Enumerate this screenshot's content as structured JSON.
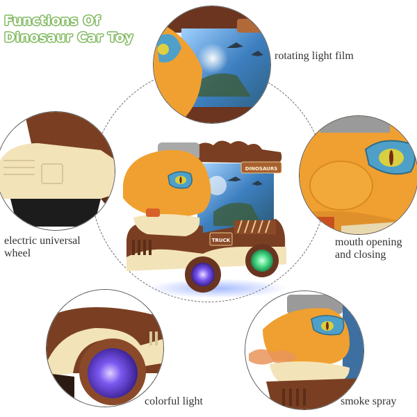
{
  "title": {
    "line1": "Functions Of",
    "line2": "Dinosaur Car Toy"
  },
  "features": [
    {
      "id": "rotating-light-film",
      "label": "rotating light film"
    },
    {
      "id": "electric-universal-wheel",
      "label_line1": "electric universal",
      "label_line2": "wheel"
    },
    {
      "id": "mouth-opening-closing",
      "label_line1": "mouth opening",
      "label_line2": "and closing"
    },
    {
      "id": "colorful-light",
      "label": "colorful light"
    },
    {
      "id": "smoke-spray",
      "label": "smoke spray"
    }
  ],
  "product": {
    "sign_text": "DINOSAURS",
    "plate_text": "TRUCK"
  },
  "colors": {
    "title_outline": "#7fb85e",
    "dino_orange": "#f0a030",
    "truck_brown": "#7a3f22",
    "cream": "#f3e3b8",
    "eye_blue": "#4fa0c8",
    "glow_green": "#4fe08a",
    "glow_purple": "#6a4cf0"
  }
}
